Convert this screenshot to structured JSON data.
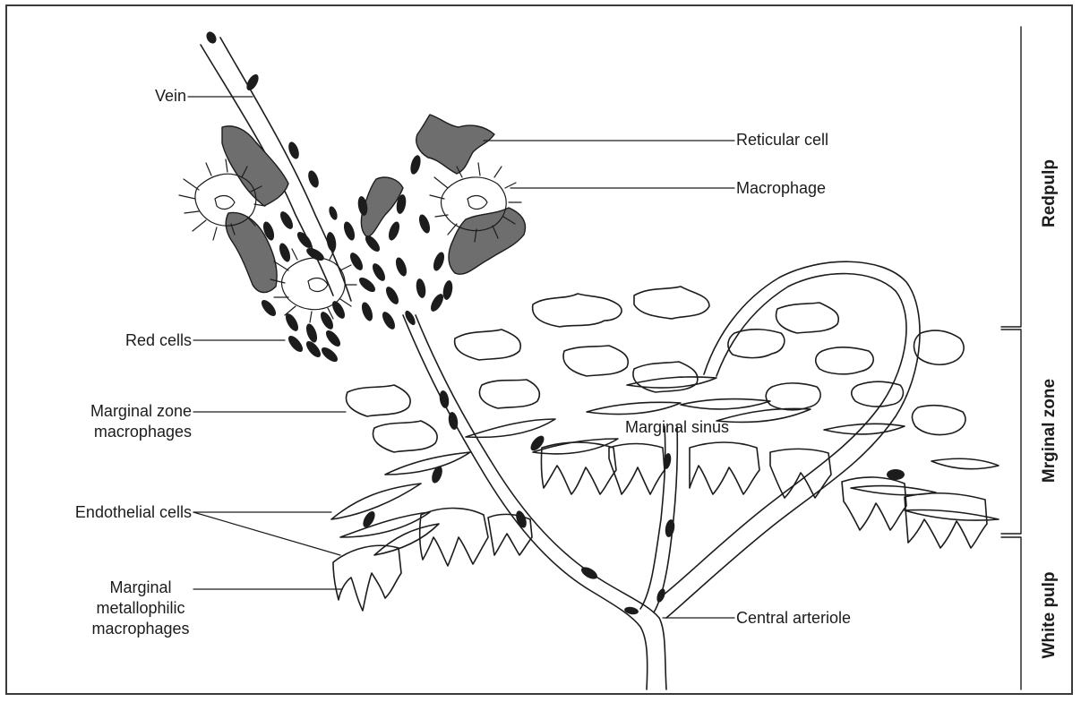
{
  "labels": {
    "vein": "Vein",
    "reticular_cell": "Reticular cell",
    "macrophage": "Macrophage",
    "red_cells": "Red cells",
    "marginal_zone_macrophages_1": "Marginal zone",
    "marginal_zone_macrophages_2": "macrophages",
    "endothelial_cells": "Endothelial cells",
    "marginal_metallophilic_1": "Marginal",
    "marginal_metallophilic_2": "metallophilic",
    "marginal_metallophilic_3": "macrophages",
    "marginal_sinus": "Marginal sinus",
    "central_arteriole": "Central arteriole"
  },
  "regions": {
    "redpulp": "Redpulp",
    "marginal_zone": "Mrginal zone",
    "white_pulp": "White pulp"
  },
  "colors": {
    "line": "#1c1c1c",
    "reticular_fill": "#6e6e6e",
    "frame": "#3a3a3a"
  }
}
